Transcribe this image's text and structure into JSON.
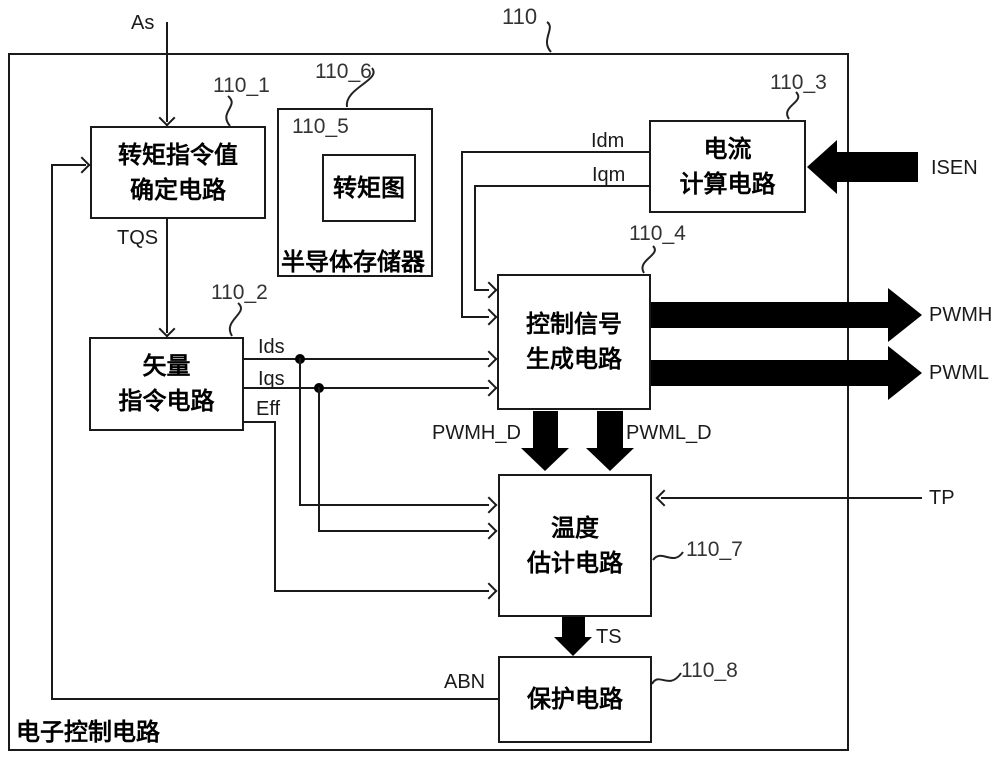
{
  "figure": {
    "ref": "110",
    "system_label": "电子控制电路"
  },
  "blocks": {
    "torque_command": {
      "ref": "110_1",
      "line1": "转矩指令值",
      "line2": "确定电路"
    },
    "memory": {
      "ref": "110_6",
      "label": "半导体存储器"
    },
    "torque_map": {
      "ref": "110_5",
      "label": "转矩图"
    },
    "current_calc": {
      "ref": "110_3",
      "line1": "电流",
      "line2": "计算电路"
    },
    "vector_command": {
      "ref": "110_2",
      "line1": "矢量",
      "line2": "指令电路"
    },
    "control_signal": {
      "ref": "110_4",
      "line1": "控制信号",
      "line2": "生成电路"
    },
    "temp_estimate": {
      "ref": "110_7",
      "line1": "温度",
      "line2": "估计电路"
    },
    "protection": {
      "ref": "110_8",
      "label": "保护电路"
    }
  },
  "signals": {
    "as": "As",
    "tqs": "TQS",
    "ids": "Ids",
    "iqs": "Iqs",
    "eff": "Eff",
    "idm": "Idm",
    "iqm": "Iqm",
    "isen": "ISEN",
    "pwmh": "PWMH",
    "pwml": "PWML",
    "pwmh_d": "PWMH_D",
    "pwml_d": "PWML_D",
    "tp": "TP",
    "ts": "TS",
    "abn": "ABN"
  },
  "colors": {
    "ink": "#1a1a1a",
    "background": "#ffffff"
  }
}
